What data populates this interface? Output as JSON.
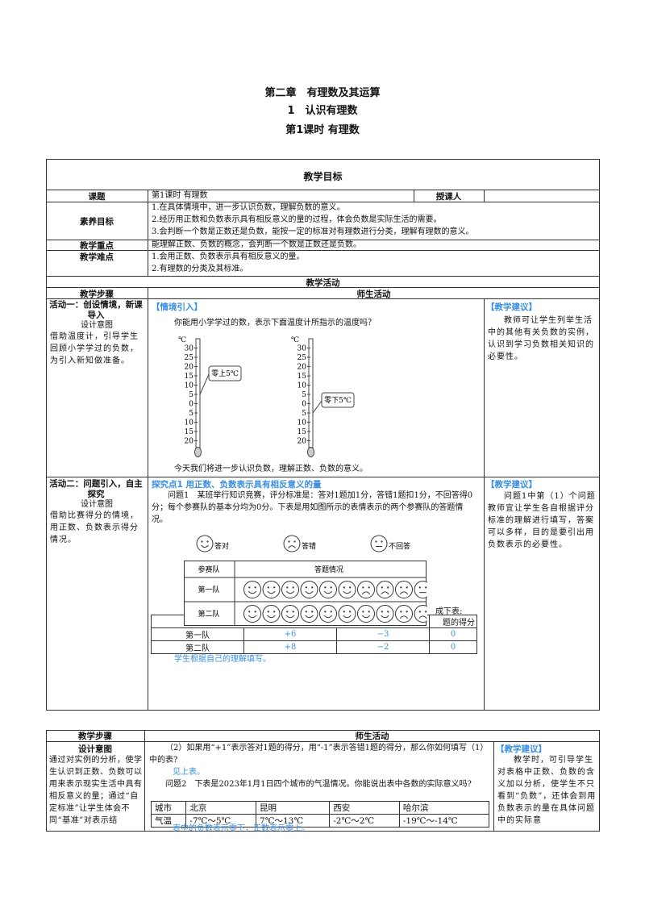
{
  "titles": {
    "chapter": "第二章　有理数及其运算",
    "section": "1　认识有理数",
    "lesson": "第1课时 有理数"
  },
  "goals": {
    "header": "教学目标",
    "topic_label": "课题",
    "topic": "第1课时 有理数",
    "teacher_label": "授课人",
    "teacher": "",
    "literacy_label": "素养目标",
    "literacy": [
      "1.在具体情境中，进一步认识负数，理解负数的意义。",
      "2.经历用正数和负数表示具有相反意义的量的过程，体会负数是实际生活的需要。",
      "3.会判断一个数是正数还是负数，能按一定的标准对有理数进行分类，理解有理数的意义。"
    ],
    "key_label": "教学重点",
    "key": "能理解正数、负数的概念，会判断一个数是正数还是负数。",
    "difficulty_label": "教学难点",
    "difficulty": [
      "1.会用正数、负数表示具有相反意义的量。",
      "2.有理数的分类及其标准。"
    ]
  },
  "activities": {
    "header": "教学活动",
    "steps_label": "教学步骤",
    "teacher_student_label": "师生活动",
    "a1": {
      "title": "活动一：创设情境，新课导入",
      "intent_label": "设计意图",
      "intent": "借助温度计，引导学生回顾小学学过的负数，为引入新知做准备。",
      "section": "【情境引入】",
      "question": "你能用小学学过的数，表示下面温度计所指示的温度吗？",
      "unit": "℃",
      "scale": [
        "30",
        "25",
        "20",
        "15",
        "10",
        "5",
        "0",
        "5",
        "10",
        "15",
        "20"
      ],
      "thermo1_label": "零上5℃",
      "thermo1_value": 5,
      "thermo2_label": "零下5℃",
      "thermo2_value": -5,
      "conclusion": "今天我们将进一步认识负数，理解正数、负数的意义。",
      "suggest_title": "【教学建议】",
      "suggest": "教师可让学生列举生活中的其他有关负数的实例，认识到学习负数相关知识的必要性。"
    },
    "a2": {
      "title": "活动二：问题引入，自主探究",
      "intent_label": "设计意图",
      "intent": "借助比赛得分的情境，用正数、负数表示得分情况。",
      "section": "探究点1 用正数、负数表示具有相反意义的量",
      "problem": "问题1　某班举行知识竞赛，评分标准是：答对1题加1分，答错1题扣1分，不回答得0分；每个参赛队的基本分均为0分。下表是用如图所示的表情表示的两个参赛队的答题情况。",
      "legend": [
        "答对",
        "答错",
        "不回答"
      ],
      "pic_headers": [
        "参赛队",
        "答题情况"
      ],
      "pic_rows": [
        {
          "team": "第一队",
          "answers": [
            "right",
            "right",
            "right",
            "right",
            "right",
            "right",
            "wrong",
            "wrong",
            "wrong",
            "none"
          ]
        },
        {
          "team": "第二队",
          "answers": [
            "right",
            "right",
            "right",
            "right",
            "right",
            "right",
            "right",
            "right",
            "wrong",
            "wrong"
          ]
        }
      ],
      "hidden_fragment1": "成下表:",
      "hidden_fragment2": "题的得分",
      "score_rows": [
        [
          "第一队",
          "+6",
          "−3",
          "0"
        ],
        [
          "第二队",
          "+8",
          "−2",
          "0"
        ]
      ],
      "answer_note": "学生根据自己的理解填写。",
      "suggest_title": "【教学建议】",
      "suggest": "问题1中第（1）个问题教师宜让学生各自根据评分标准的理解进行填写，答案可以多样，目的是要引出用负数表示的必要性。"
    }
  },
  "page2": {
    "steps_label": "教学步骤",
    "teacher_student_label": "师生活动",
    "intent_label": "设计意图",
    "intent": "通过对实例的分析，使学生认识到正数、负数可以用来表示现实生活中具有相反意义的量；通过“自定标准”让学生体会不同“基准”对表示结",
    "q2": "（2）如果用“+1”表示答对1题的得分，用“-1”表示答错1题的得分，那么你如何填写（1）中的表?",
    "see_table": "见上表。",
    "problem2": "问题2　下表是2023年1月1日四个城市的气温情况。你能说出表中各数的实际意义吗?",
    "city_table": [
      [
        "城市",
        "北京",
        "昆明",
        "西安",
        "哈尔滨"
      ],
      [
        "气温",
        "-7℃～5℃",
        "7℃～13℃",
        "-2℃～2℃",
        "-19℃～-14℃"
      ]
    ],
    "answer": "表中的负数表示零下，正数表示零上。",
    "suggest_title": "【教学建议】",
    "suggest": "教学时，可引导学生对表格中正数、负数的含义加以分析，使学生不只看到“负数”，还体会到用负数表示的量在具体问题中的实际意"
  },
  "colors": {
    "accent": "#3a8ee0"
  }
}
